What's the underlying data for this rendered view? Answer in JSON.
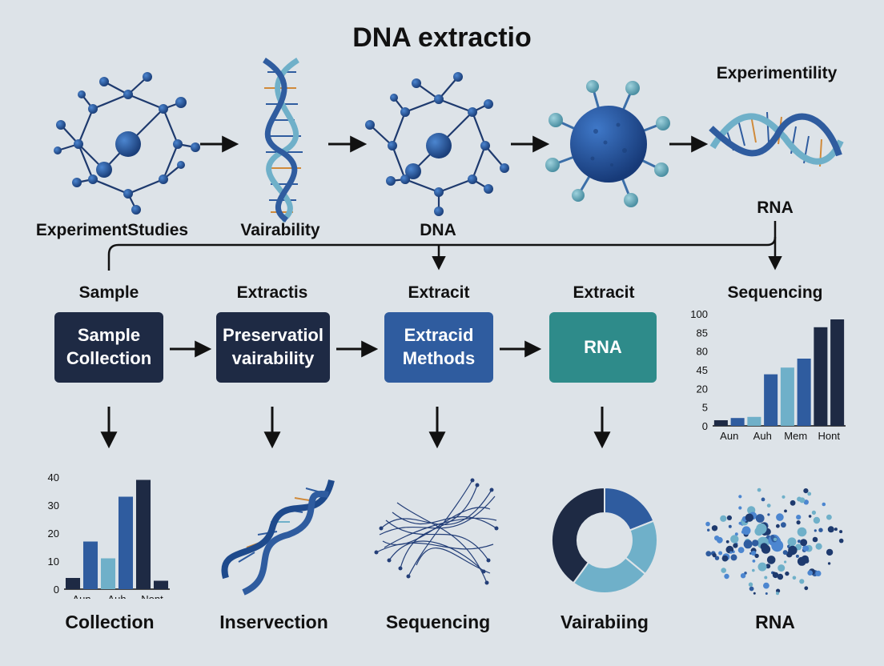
{
  "title": "DNA extractio",
  "top_row": {
    "labels": [
      "ExperimentStudies",
      "Vairability",
      "DNA"
    ],
    "right_title": "Experimentility",
    "right_label": "RNA"
  },
  "stages": [
    {
      "header": "Sample",
      "line1": "Sample",
      "line2": "Collection",
      "color": "#1e2a44"
    },
    {
      "header": "Extractis",
      "line1": "Preservatiol",
      "line2": "vairability",
      "color": "#1e2a44"
    },
    {
      "header": "Extracit",
      "line1": "Extracid",
      "line2": "Methods",
      "color": "#2f5c9f"
    },
    {
      "header": "Extracit",
      "line1": "RNA",
      "line2": "",
      "color": "#2e8b8a"
    }
  ],
  "sequencing_header": "Sequencing",
  "bottom_labels": [
    "Collection",
    "Inservection",
    "Sequencing",
    "Vairabiing",
    "RNA"
  ],
  "chart_data": [
    {
      "type": "bar",
      "title": "",
      "yticks": [
        "100",
        "85",
        "80",
        "45",
        "20",
        "5",
        "0"
      ],
      "xticks": [
        "Aun",
        "Auh",
        "Mem",
        "Hont"
      ],
      "values": [
        5,
        7,
        8,
        46,
        52,
        60,
        88,
        95
      ],
      "colors": [
        "#1e2a44",
        "#2f5c9f",
        "#6fb0c9",
        "#2f5c9f",
        "#6fb0c9",
        "#2f5c9f",
        "#1e2a44",
        "#1e2a44"
      ],
      "ylim": [
        0,
        100
      ]
    },
    {
      "type": "bar",
      "title": "",
      "yticks": [
        "40",
        "30",
        "20",
        "10",
        "0"
      ],
      "xticks": [
        "Aun",
        "Auh",
        "Nont"
      ],
      "values": [
        4,
        17,
        11,
        33,
        39,
        3
      ],
      "colors": [
        "#1e2a44",
        "#2f5c9f",
        "#6fb0c9",
        "#2f5c9f",
        "#1e2a44",
        "#1e2a44"
      ],
      "ylim": [
        0,
        40
      ]
    },
    {
      "type": "pie",
      "values": [
        40,
        19,
        17,
        24
      ],
      "colors": [
        "#1e2a44",
        "#2f5c9f",
        "#6fb0c9",
        "#6fb0c9"
      ]
    }
  ]
}
